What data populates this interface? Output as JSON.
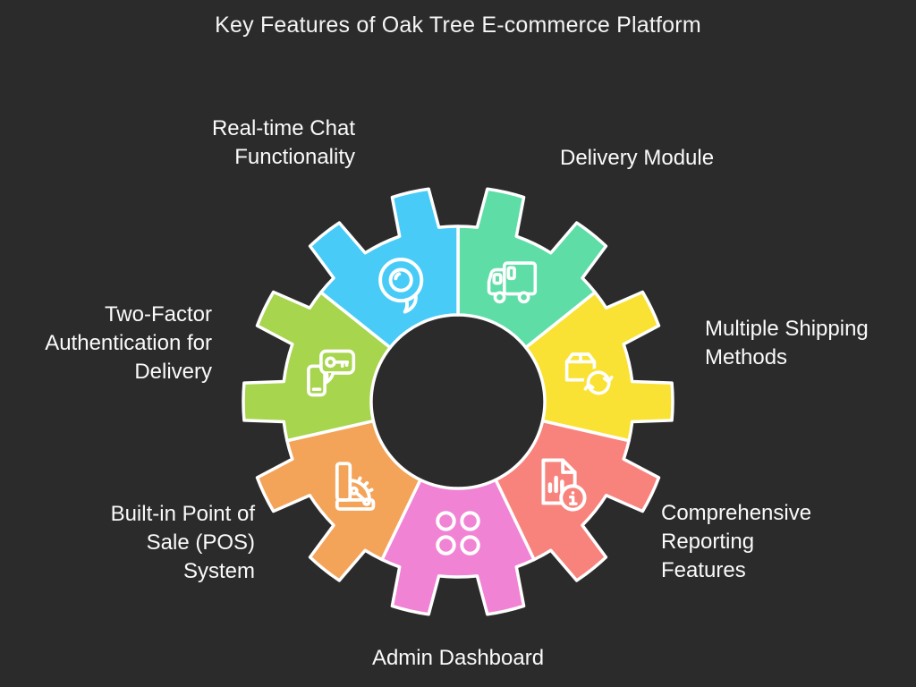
{
  "title": "Key Features of Oak Tree E-commerce Platform",
  "colors": {
    "background": "#2b2b2b",
    "outline": "#ffffff",
    "text": "#fafafa"
  },
  "diagram": {
    "type": "gear-infographic",
    "segment_count": 7,
    "segments": [
      {
        "id": "delivery-module",
        "label": "Delivery Module",
        "color": "#5edda6",
        "icon": "truck-icon"
      },
      {
        "id": "multiple-shipping-methods",
        "label": "Multiple Shipping\nMethods",
        "color": "#f9e233",
        "icon": "package-sync-icon"
      },
      {
        "id": "comprehensive-reporting-features",
        "label": "Comprehensive\nReporting\nFeatures",
        "color": "#f8837d",
        "icon": "report-chart-icon"
      },
      {
        "id": "admin-dashboard",
        "label": "Admin Dashboard",
        "color": "#f183d4",
        "icon": "dashboard-dots-icon"
      },
      {
        "id": "built-in-pos-system",
        "label": "Built-in Point of\nSale (POS)\nSystem",
        "color": "#f3a459",
        "icon": "cash-register-icon"
      },
      {
        "id": "two-factor-authentication",
        "label": "Two-Factor\nAuthentication for\nDelivery",
        "color": "#a7d54e",
        "icon": "phone-key-icon"
      },
      {
        "id": "real-time-chat",
        "label": "Real-time Chat\nFunctionality",
        "color": "#49cbf8",
        "icon": "chat-bubble-icon"
      }
    ]
  }
}
